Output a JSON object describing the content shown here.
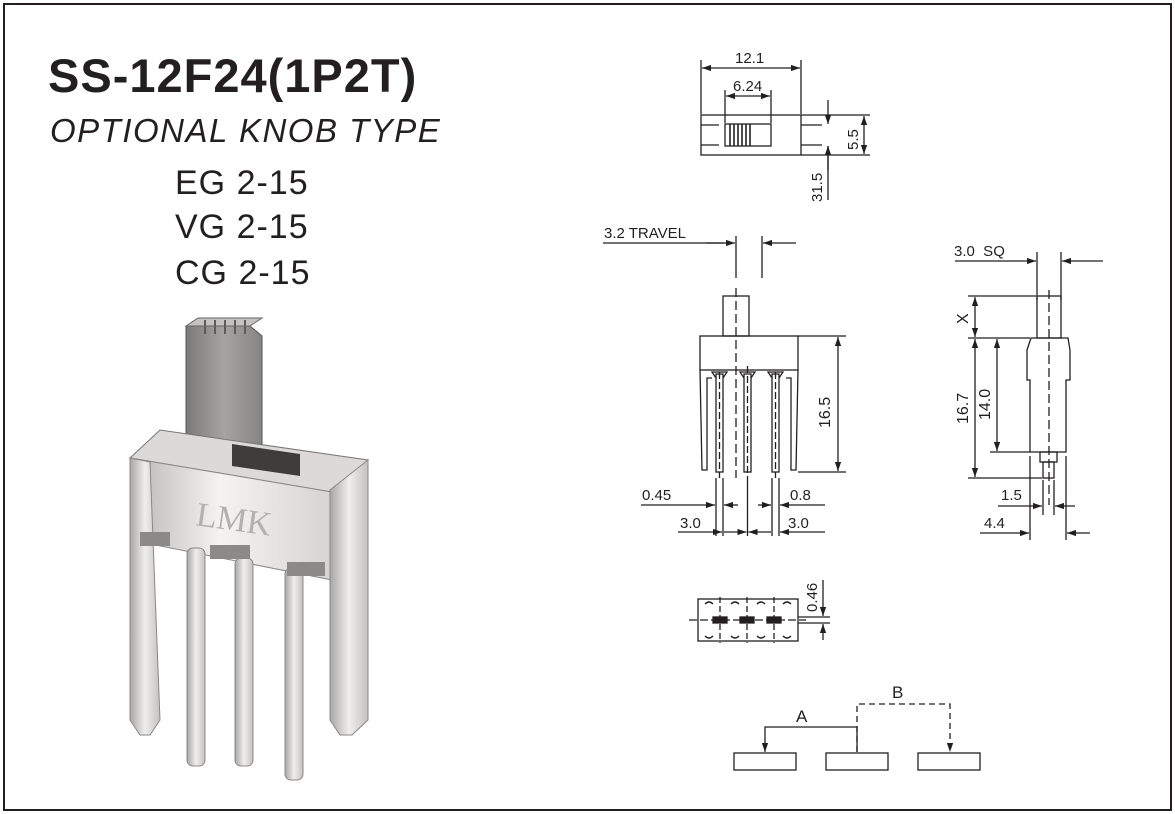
{
  "title": "SS-12F24(1P2T)",
  "subtitle": "OPTIONAL KNOB TYPE",
  "knob_types": [
    "EG 2-15",
    "VG 2-15",
    "CG 2-15"
  ],
  "product_photo": {
    "marking": "LMK"
  },
  "top_view": {
    "dim_width": "12.1",
    "dim_slot": "6.24",
    "dim_height": "5.5",
    "dim_offset": "31.5"
  },
  "front_view": {
    "dim_travel": "3.2 TRAVEL",
    "dim_height": "16.5",
    "dim_pin_width": "0.45",
    "dim_pin_thick": "0.8",
    "dim_pitch_left": "3.0",
    "dim_pitch_right": "3.0"
  },
  "side_view": {
    "dim_knob": "3.0  SQ",
    "dim_x": "X",
    "dim_total": "16.7",
    "dim_body": "14.0",
    "dim_pin": "1.5",
    "dim_depth": "4.4"
  },
  "bottom_view": {
    "dim_pad": "0.46"
  },
  "circuit": {
    "label_a": "A",
    "label_b": "B"
  }
}
